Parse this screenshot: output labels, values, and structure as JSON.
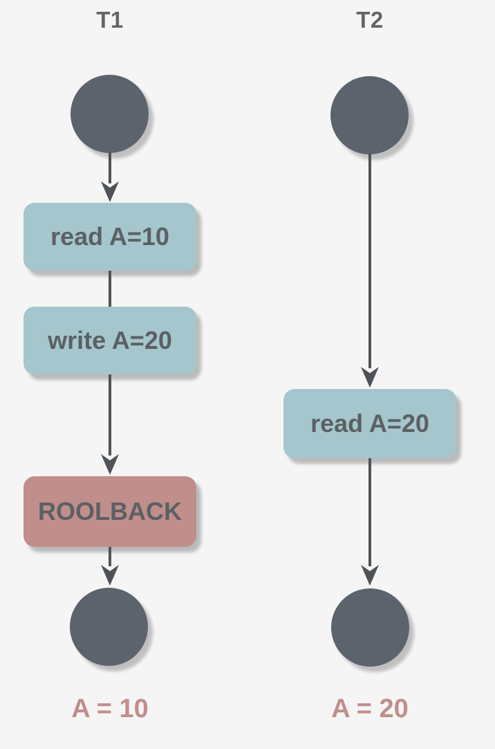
{
  "diagram": {
    "title": "transaction-rollback-dirty-read-timeline",
    "background_color": "#f5f5f6",
    "colors": {
      "node_fill": "#5d636d",
      "step_fill": "#a4c6cc",
      "rollback_fill": "#c08e8b",
      "step_text": "#5b6064",
      "lane_label_text": "#636669",
      "arrow": "#4e5358",
      "result_text": "#c18e8c"
    },
    "lanes": [
      {
        "label": "T1",
        "steps": {
          "0": "read A=10",
          "1": "write A=20",
          "2": "ROOLBACK"
        },
        "result": "A = 10"
      },
      {
        "label": "T2",
        "steps": {
          "0": "read A=20"
        },
        "result": "A = 20"
      }
    ]
  }
}
